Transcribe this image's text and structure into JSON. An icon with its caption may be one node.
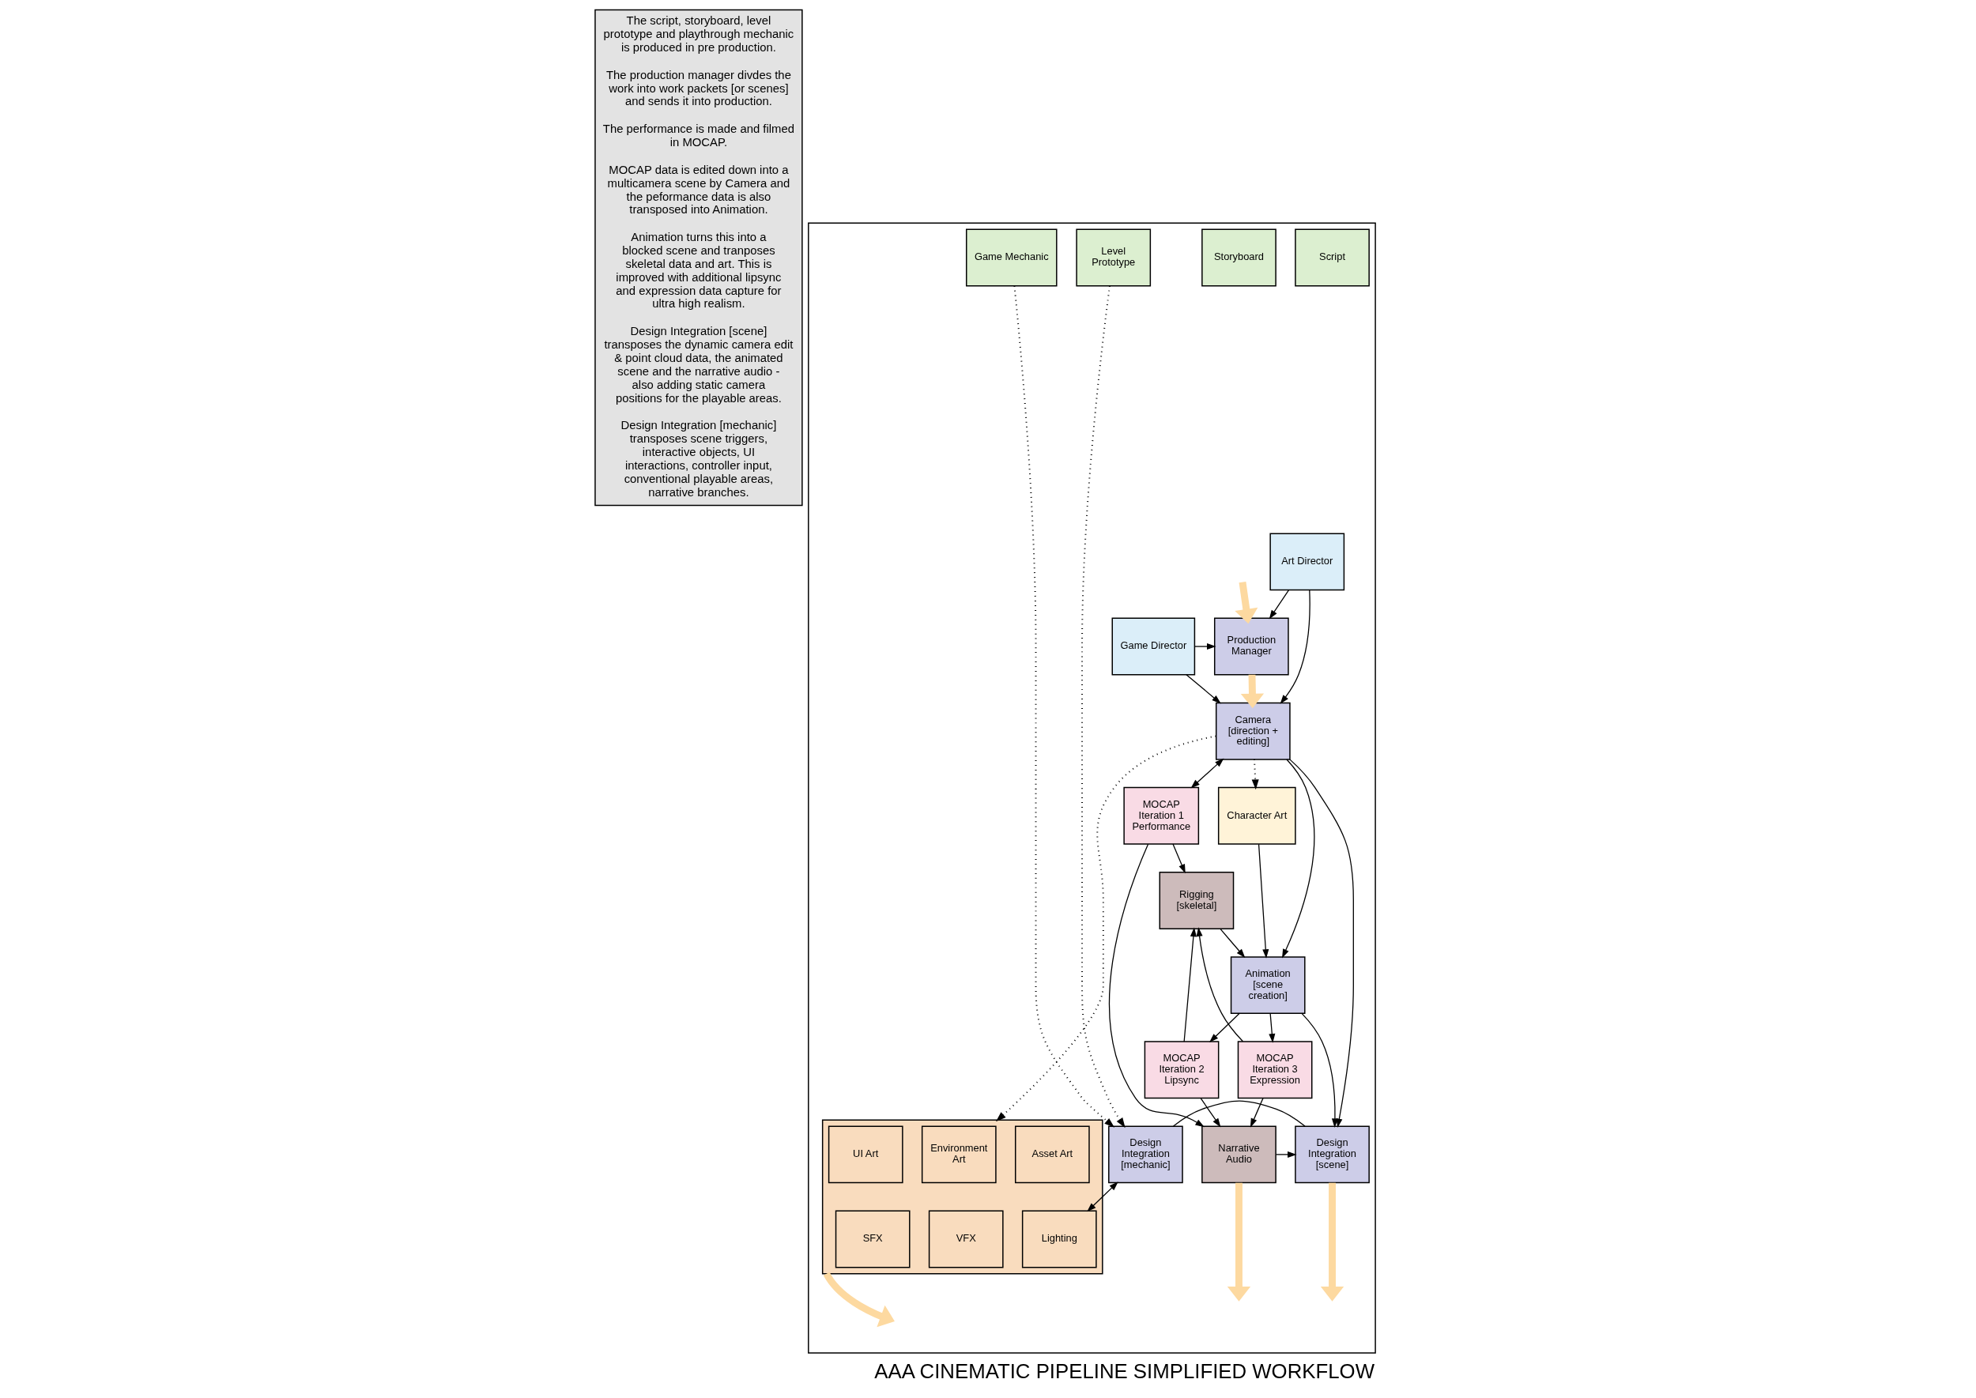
{
  "diagram": {
    "title": "AAA CINEMATIC PIPELINE SIMPLIFIED WORKFLOW",
    "nodes": [
      {
        "text": [
          "The script, storyboard, level prototype and playthrough mechanic is produced in pre production.",
          "The production manager divdes the work into work packets [or scenes] and sends it into production.",
          "The performance is made and filmed in MOCAP.",
          "MOCAP data is edited down into a multicamera scene by Camera and the peformance data is also transposed into Animation.",
          "Animation turns this into a blocked scene and tranposes skeletal data and art. This is improved with additional lipsync and expression data capture for ultra high realism.",
          "Design Integration [scene] transposes the dynamic camera edit & point cloud data, the animated scene and the narrative audio - also adding static camera positions for the playable areas.",
          "Design Integration [mechanic] transposes scene triggers, interactive objects, UI interactions, controller input, conventional playable areas, narrative branches."
        ]
      },
      {
        "text": [],
        "shape": "box"
      },
      {
        "text": [
          "Script"
        ],
        "in": 1
      },
      {
        "text": [
          "Storyboard"
        ],
        "in": 1
      },
      {
        "text": [
          "Game Mechanic"
        ],
        "in": 1
      },
      {
        "text": [
          "Level Prototype"
        ],
        "in": 1
      },
      {
        "text": [
          "Production Manager"
        ],
        "in": 1
      },
      {
        "text": [
          "Camera [direction + editing]"
        ],
        "in": 1
      },
      {
        "text": [
          "MOCAP Iteration 1 Performance"
        ],
        "in": 1
      },
      {
        "text": [
          "MOCAP Iteration 2 Lipsync"
        ],
        "in": 1
      },
      {
        "text": [
          "MOCAP Iteration 3 Expression"
        ],
        "in": 1
      },
      {
        "text": [
          "Rigging [skeletal]"
        ],
        "in": 1
      },
      {
        "text": [
          "Narrative Audio"
        ],
        "in": 1
      },
      {
        "text": [
          "Animation [scene creation]"
        ],
        "in": 1
      },
      {
        "text": [
          "Design Integration [scene]"
        ],
        "in": 1
      },
      {
        "text": [
          "Design Integration [mechanic]"
        ],
        "in": 1
      },
      {
        "text": [
          "Game Director"
        ],
        "in": 1
      },
      {
        "text": [
          "Art Director"
        ],
        "in": 1
      },
      {
        "text": [
          "Character Art"
        ],
        "in": 1
      },
      {
        "text": [],
        "shape": "box",
        "in": 1
      },
      {
        "text": [
          "Environment Art"
        ],
        "in": 19
      },
      {
        "text": [
          "Asset Art"
        ],
        "in": 19
      },
      {
        "text": [
          "UI Art"
        ],
        "in": 19
      },
      {
        "text": [
          "Lighting"
        ],
        "in": 19
      },
      {
        "text": [
          "VFX"
        ],
        "in": 19
      },
      {
        "text": [
          "SFX"
        ],
        "in": 19
      }
    ],
    "edges": [
      {
        "from": null,
        "to": 6,
        "arrow": "to",
        "style": "thick",
        "color": "#fdd9a0"
      },
      {
        "from": 6,
        "to": 7,
        "arrow": "to",
        "style": "thick",
        "color": "#fdd9a0"
      },
      {
        "from": 4,
        "to": 15,
        "arrow": "to",
        "style": "dashed"
      },
      {
        "from": 5,
        "to": 15,
        "arrow": "to",
        "style": "dashed"
      },
      {
        "from": 16,
        "to": 6,
        "arrow": "to"
      },
      {
        "from": 17,
        "to": 6,
        "arrow": "to"
      },
      {
        "from": 16,
        "to": 7,
        "arrow": "to"
      },
      {
        "from": 17,
        "to": 7,
        "arrow": "to"
      },
      {
        "from": 7,
        "to": 8,
        "arrow": "both"
      },
      {
        "from": 8,
        "to": 11,
        "arrow": "to"
      },
      {
        "from": 9,
        "to": 11,
        "arrow": "to"
      },
      {
        "from": 10,
        "to": 11,
        "arrow": "to"
      },
      {
        "from": 8,
        "to": 12,
        "arrow": "to"
      },
      {
        "from": 9,
        "to": 12,
        "arrow": "to"
      },
      {
        "from": 10,
        "to": 12,
        "arrow": "to"
      },
      {
        "from": 13,
        "to": 9,
        "arrow": "to"
      },
      {
        "from": 13,
        "to": 10,
        "arrow": "to"
      },
      {
        "from": 7,
        "to": 13,
        "arrow": "to"
      },
      {
        "from": 11,
        "to": 13,
        "arrow": "to"
      },
      {
        "from": 18,
        "to": 13,
        "arrow": "to"
      },
      {
        "from": 7,
        "to": 18,
        "arrow": "to",
        "style": "dashed"
      },
      {
        "from": 7,
        "to": 19,
        "arrow": "to",
        "style": "dashed"
      },
      {
        "from": 7,
        "to": 14,
        "arrow": "to"
      },
      {
        "from": 13,
        "to": 14,
        "arrow": "to"
      },
      {
        "from": 12,
        "to": 14,
        "arrow": "to"
      },
      {
        "from": 14,
        "to": 15,
        "arrow": "none"
      },
      {
        "from": 15,
        "to": 23,
        "arrow": "both"
      },
      {
        "from": 12,
        "to": null,
        "arrow": "to",
        "style": "thick",
        "color": "#fdd9a0"
      },
      {
        "from": 14,
        "to": null,
        "arrow": "to",
        "style": "thick",
        "color": "#fdd9a0"
      },
      {
        "from": 19,
        "to": null,
        "arrow": "to",
        "style": "thick",
        "color": "#fdd9a0"
      }
    ]
  }
}
